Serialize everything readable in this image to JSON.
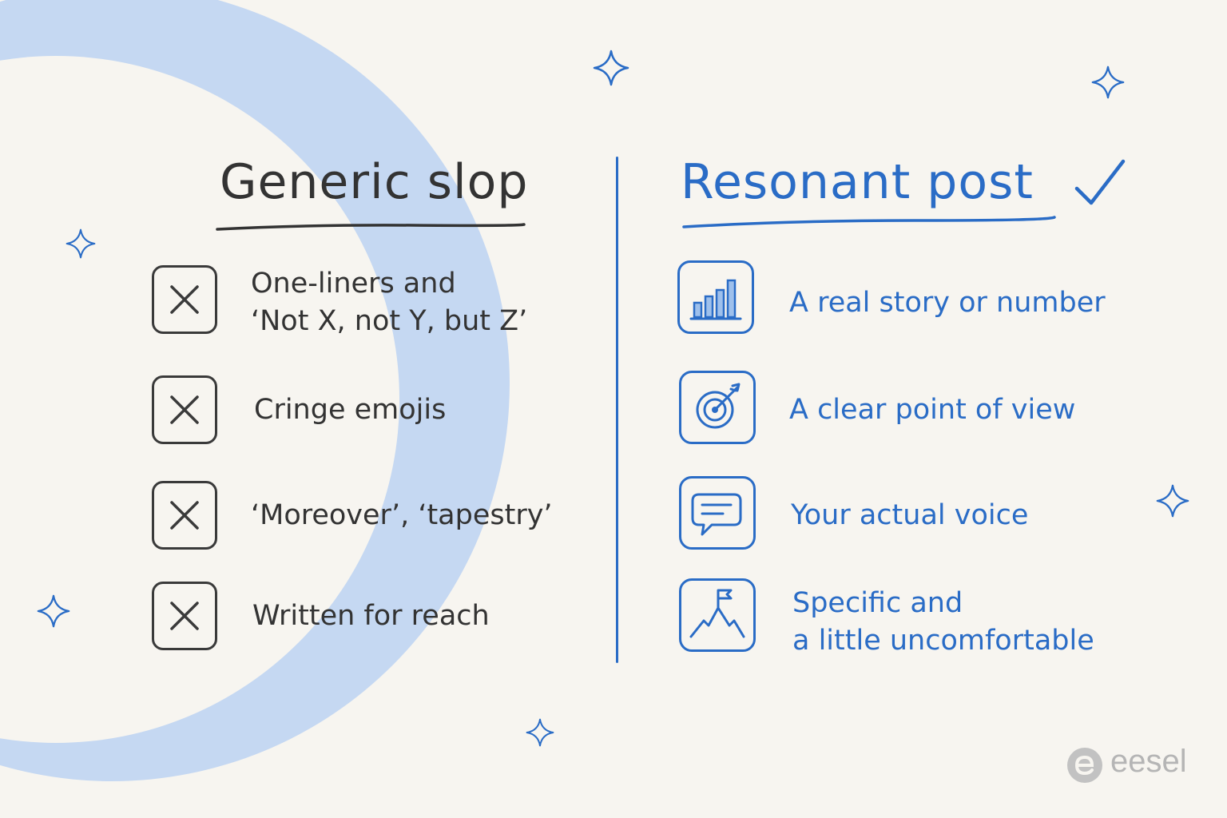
{
  "left_panel": {
    "title": "Generic slop",
    "items": [
      {
        "icon": "x-box-icon",
        "lines": [
          "One-liners and",
          "‘Not X, not Y, but Z’"
        ]
      },
      {
        "icon": "x-box-icon",
        "lines": [
          "Cringe emojis"
        ]
      },
      {
        "icon": "x-box-icon",
        "lines": [
          "‘Moreover’, ‘tapestry’"
        ]
      },
      {
        "icon": "x-box-icon",
        "lines": [
          "Written for reach"
        ]
      }
    ]
  },
  "right_panel": {
    "title": "Resonant post",
    "title_mark": "checkmark-icon",
    "items": [
      {
        "icon": "bar-chart-icon",
        "lines": [
          "A real story or number"
        ]
      },
      {
        "icon": "target-icon",
        "lines": [
          "A clear point of view"
        ]
      },
      {
        "icon": "speech-bubble-icon",
        "lines": [
          "Your actual voice"
        ]
      },
      {
        "icon": "mountain-flag-icon",
        "lines": [
          "Specific and",
          "a little uncomfortable"
        ]
      }
    ]
  },
  "brand": {
    "name": "eesel",
    "logo_icon": "eesel-logo-icon"
  },
  "colors": {
    "background": "#f7f5f0",
    "accent_blue": "#2a6cc6",
    "circle_blue": "#c5d8f2",
    "dark_text": "#333333",
    "logo_gray": "#b5b5b5"
  }
}
